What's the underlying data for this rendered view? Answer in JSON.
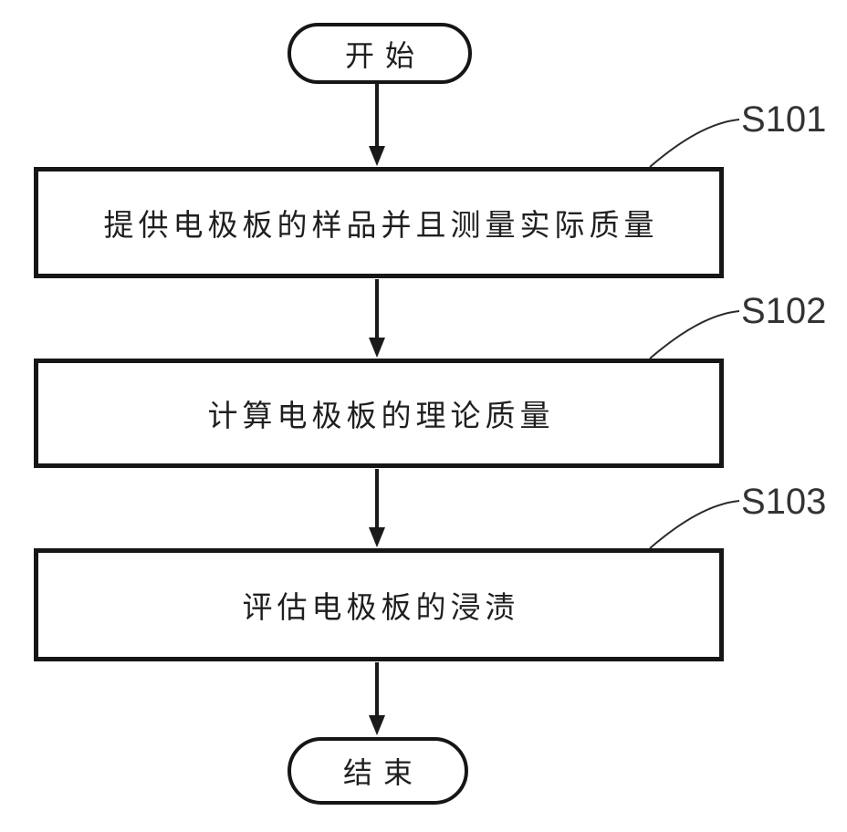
{
  "diagram": {
    "type": "flowchart",
    "start_label": "开始",
    "end_label": "结束",
    "steps": [
      {
        "id": "S101",
        "text": "提供电极板的样品并且测量实际质量"
      },
      {
        "id": "S102",
        "text": "计算电极板的理论质量"
      },
      {
        "id": "S103",
        "text": "评估电极板的浸渍"
      }
    ],
    "colors": {
      "line": "#1a1a1a",
      "text": "#1f1f1f",
      "step_label": "#333333",
      "background": "#ffffff"
    }
  }
}
